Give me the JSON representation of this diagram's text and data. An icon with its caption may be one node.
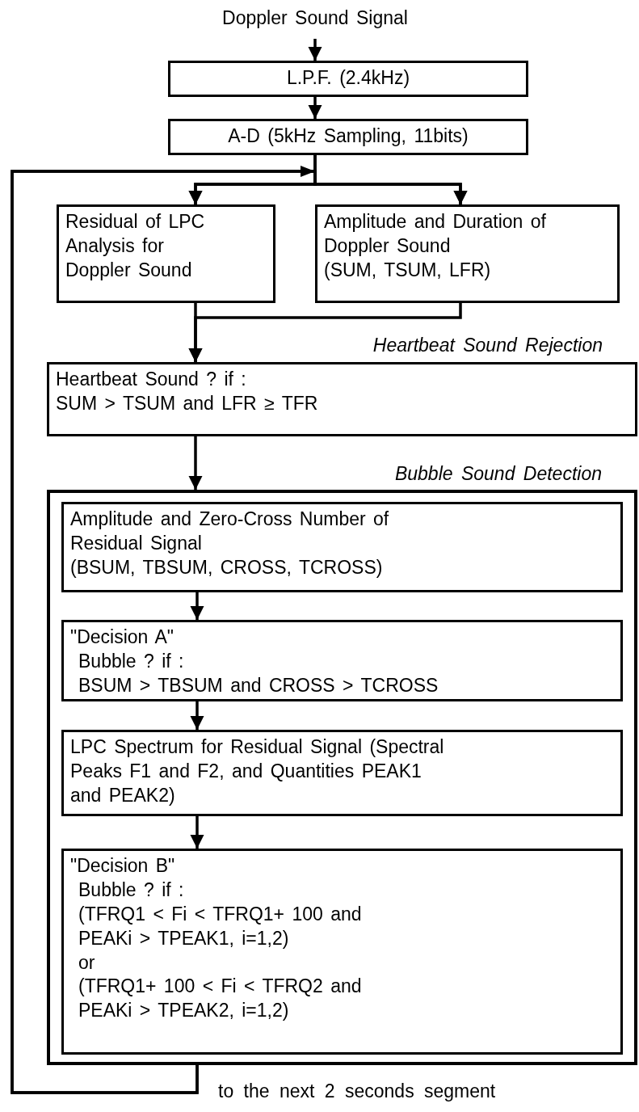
{
  "diagram": {
    "nodes": [
      {
        "text": [
          "Doppler Sound Signal"
        ]
      },
      {
        "text": [
          "L.P.F. (2.4kHz)"
        ]
      },
      {
        "text": [
          "A-D (5kHz Sampling, 11bits)"
        ]
      },
      {
        "text": [
          "Residual of LPC Analysis for Doppler Sound"
        ]
      },
      {
        "text": [
          "Amplitude and Duration of Doppler Sound",
          "(SUM, TSUM, LFR)"
        ]
      },
      {
        "text": [
          "Heartbeat Sound ? if :",
          "SUM > TSUM and LFR ≥ TFR"
        ],
        "beside": [
          "Heartbeat Sound Rejection"
        ]
      },
      {
        "text": [],
        "shape": "box",
        "beside": [
          "Bubble Sound Detection"
        ]
      },
      {
        "text": [
          "Amplitude and Zero-Cross Number of Residual Signal",
          "(BSUM, TBSUM, CROSS, TCROSS)"
        ],
        "in": 6
      },
      {
        "text": [
          "\"Decision A\"",
          "Bubble ? if :",
          "BSUM > TBSUM and CROSS > TCROSS"
        ],
        "in": 6
      },
      {
        "text": [
          "LPC Spectrum for Residual Signal (Spectral Peaks F1 and F2, and Quantities PEAK1 and PEAK2)"
        ],
        "in": 6
      },
      {
        "text": [
          "\"Decision B\"",
          "Bubble ? if :",
          "(TFRQ1 < Fi < TFRQ1+ 100 and PEAKi > TPEAK1, i=1,2)",
          "or",
          "(TFRQ1+ 100 < Fi < TFRQ2 and PEAKi > TPEAK2, i=1,2)"
        ],
        "in": 6
      }
    ],
    "edges": [
      {
        "from": 0,
        "to": 1,
        "arrow": "to"
      },
      {
        "from": 1,
        "to": 2,
        "arrow": "to"
      },
      {
        "from": 2,
        "to": 3,
        "arrow": "to"
      },
      {
        "from": 2,
        "to": 4,
        "arrow": "to"
      },
      {
        "from": 6,
        "to": 3,
        "arrow": "to"
      },
      {
        "from": 6,
        "to": 4,
        "arrow": "to"
      },
      {
        "from": 3,
        "to": 5,
        "arrow": "to"
      },
      {
        "from": 4,
        "to": 5,
        "arrow": "to"
      },
      {
        "from": 5,
        "to": 6,
        "arrow": "to"
      },
      {
        "from": 7,
        "to": 8,
        "arrow": "to"
      },
      {
        "from": 8,
        "to": 9,
        "arrow": "to"
      },
      {
        "from": 9,
        "to": 10,
        "arrow": "to"
      }
    ],
    "labels": [
      "to the next 2 seconds segment"
    ]
  }
}
